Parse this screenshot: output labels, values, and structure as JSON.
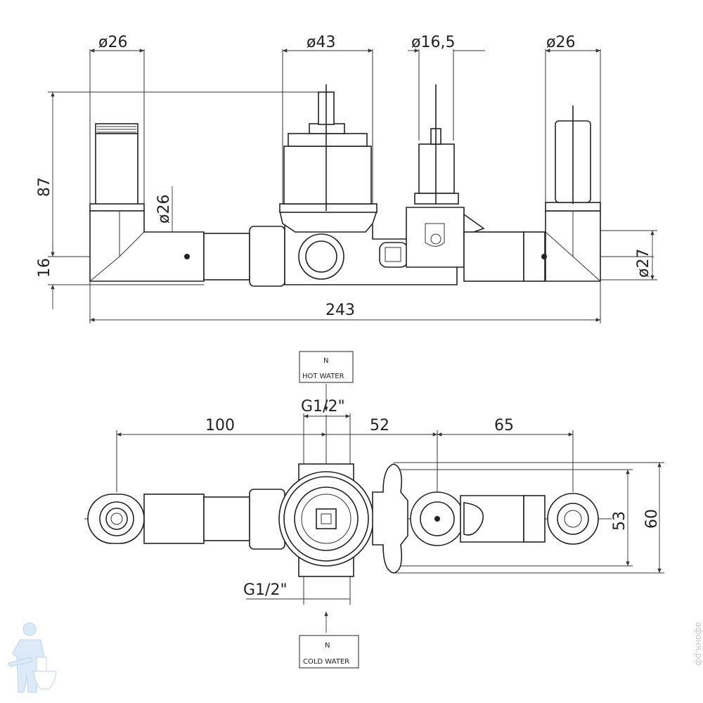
{
  "front_view": {
    "dims": {
      "d_left_pipe": "ø26",
      "d_cartridge": "ø43",
      "d_diverter": "ø16,5",
      "d_right_pipe": "ø26",
      "height_87": "87",
      "height_16": "16",
      "d_left_side": "ø26",
      "d_right_side": "ø27",
      "total_length": "243"
    }
  },
  "top_view": {
    "hot_label": {
      "n": "N",
      "text": "HOT WATER"
    },
    "cold_label": {
      "n": "N",
      "text": "COLD WATER"
    },
    "thread_top": "G1/2\"",
    "thread_bottom": "G1/2\"",
    "dims": {
      "d100": "100",
      "d52": "52",
      "d65": "65",
      "d53": "53",
      "d60": "60"
    }
  },
  "watermark": "афоня.рф",
  "colors": {
    "line": "#222222",
    "logo": "#cfe3f3",
    "watermark": "#c9c9c9"
  }
}
